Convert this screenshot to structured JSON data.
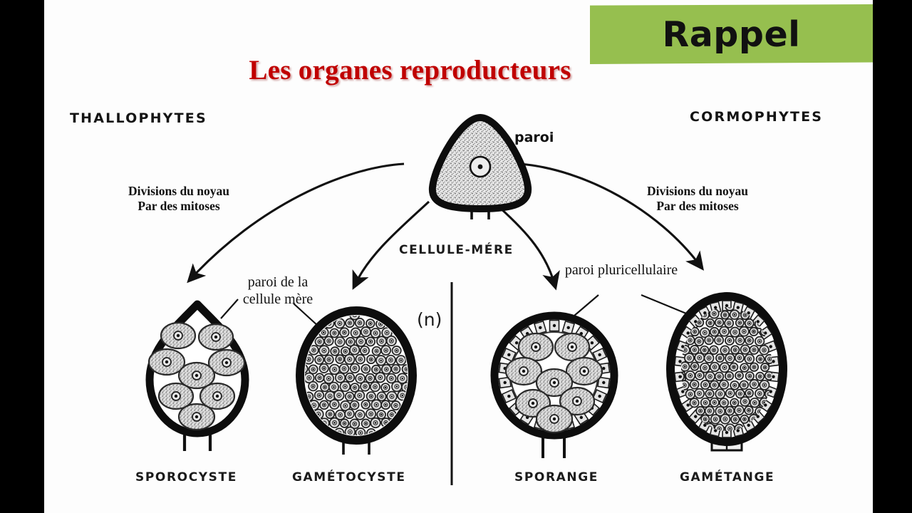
{
  "banner": {
    "label": "Rappel",
    "color": "#96bf4f"
  },
  "title": {
    "text": "Les organes reproducteurs",
    "color": "#c00000"
  },
  "groups": {
    "left": "THALLOPHYTES",
    "right": "CORMOPHYTES"
  },
  "notes": {
    "left_line1": "Divisions du noyau",
    "left_line2": "Par des mitoses",
    "right_line1": "Divisions du noyau",
    "right_line2": "Par des mitoses"
  },
  "labels": {
    "paroi": "paroi",
    "paroi_cellule_mere": "paroi de la cellule mère",
    "paroi_pluricellulaire": "paroi pluricellulaire",
    "ploidy": "(n)"
  },
  "structures": {
    "mother_cell": "CELLULE-MÉRE",
    "sporocyste": "SPOROCYSTE",
    "gametocyste": "GAMÉTOCYSTE",
    "sporange": "SPORANGE",
    "gametange": "GAMÉTANGE"
  },
  "diagram": {
    "type": "biological-schema",
    "source_cell": "CELLULE-MÉRE",
    "arrow_count": 4,
    "arrow_targets": [
      "SPOROCYSTE",
      "GAMÉTOCYSTE",
      "SPORANGE",
      "GAMÉTANGE"
    ],
    "divider": "vertical line separating thallophytes from cormophytes",
    "cell_counts": {
      "sporocyste_inner_cells": 8,
      "sporange_inner_cells": 8,
      "gametocyste_inner_cells": "many (numerous small gametes)",
      "gametange_inner_cells": "many (numerous small gametes)"
    },
    "wall_types": {
      "sporocyste": "paroi de la cellule mère (unicellular mother-cell wall)",
      "gametocyste": "paroi de la cellule mère (unicellular mother-cell wall)",
      "sporange": "paroi pluricellulaire (multicellular wall)",
      "gametange": "paroi pluricellulaire (multicellular wall)"
    }
  }
}
